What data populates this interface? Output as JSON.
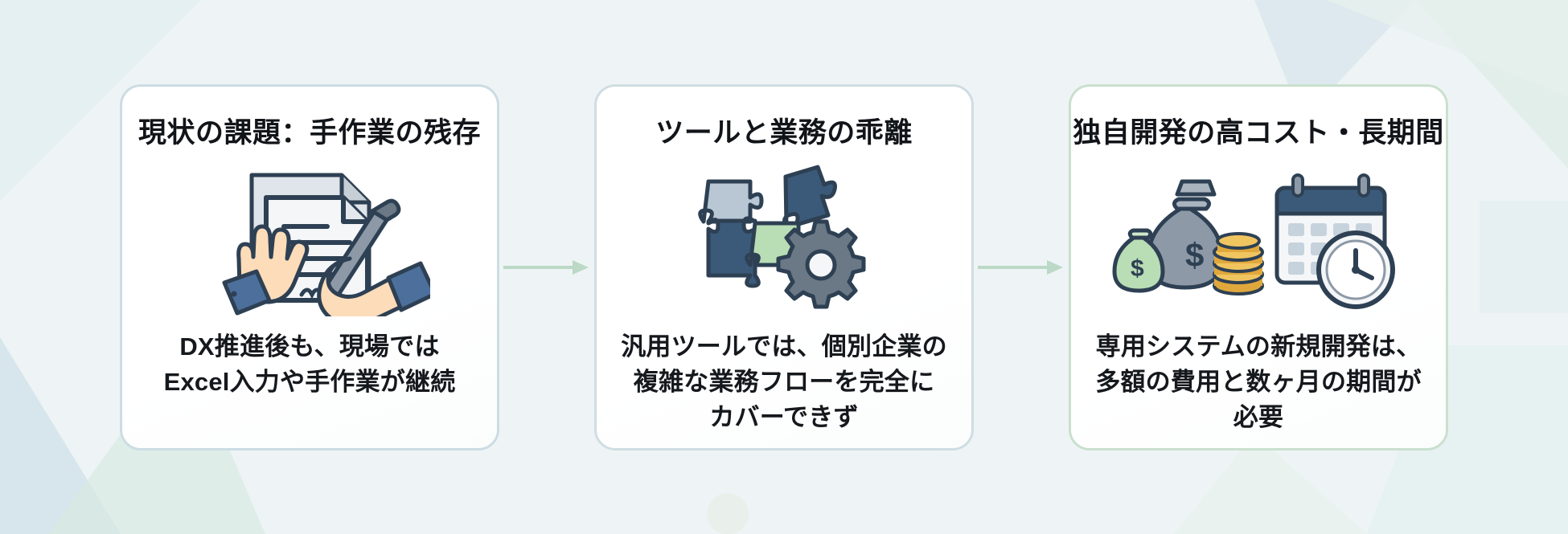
{
  "background": {
    "gradient_from": "#e8f1f3",
    "gradient_to": "#eaf2f0",
    "shape_blue": "#cfe0e8",
    "shape_green": "#d8e8d6",
    "shape_light": "#f4f9f8"
  },
  "theme": {
    "title_color": "#111418",
    "body_color": "#15181c",
    "card_border_blue": "#ccdce3",
    "card_border_green": "#c9e0ce",
    "arrow_color": "#bcd8c6",
    "icon_navy": "#3b5a7a",
    "icon_dark": "#2e4053",
    "icon_gray": "#8d99a6",
    "icon_green": "#b9ddb5",
    "icon_skin": "#fcdcb9",
    "icon_gold": "#e0a83c"
  },
  "flow": {
    "arrows": [
      {
        "name": "arrow-1",
        "direction": "right"
      },
      {
        "name": "arrow-2",
        "direction": "right"
      }
    ],
    "cards": [
      {
        "id": "card-1",
        "title": "現状の課題：手作業の残存",
        "body": "DX推進後も、現場では\nExcel入力や手作業が継続",
        "icon": "document-handwriting-icon",
        "accent": "#ccdce3"
      },
      {
        "id": "card-2",
        "title": "ツールと業務の乖離",
        "body": "汎用ツールでは、個別企業の\n複雑な業務フローを完全に\nカバーできず",
        "icon": "puzzle-gear-icon",
        "accent": "#cfdde2"
      },
      {
        "id": "card-3",
        "title": "独自開発の高コスト・長期間",
        "body": "専用システムの新規開発は、\n多額の費用と数ヶ月の期間が\n必要",
        "icon": "money-calendar-clock-icon",
        "accent": "#c9e0ce"
      }
    ]
  }
}
